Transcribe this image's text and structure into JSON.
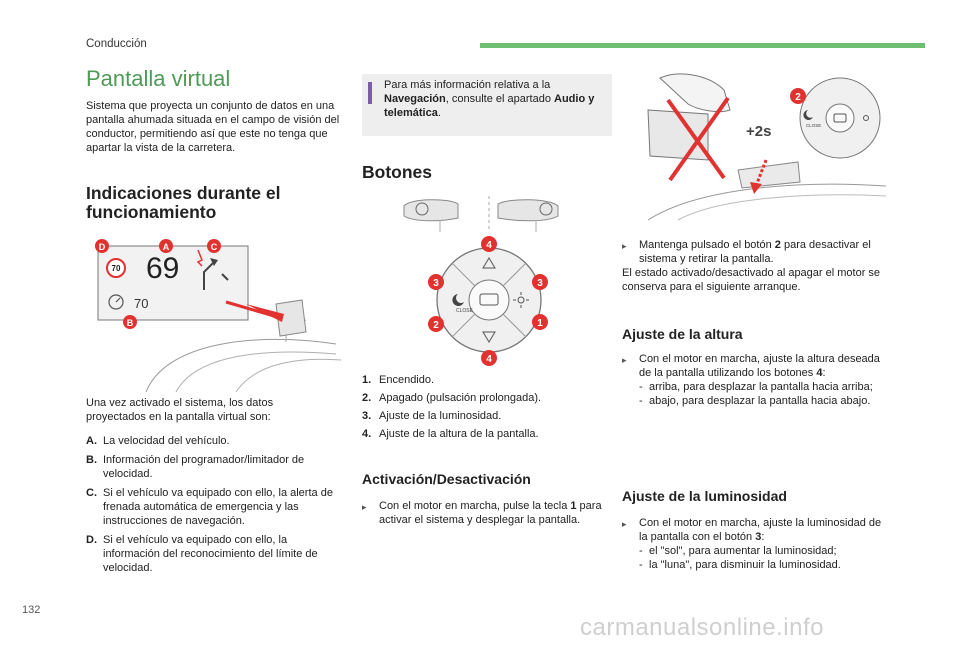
{
  "header": {
    "section": "Conducción",
    "title": "Pantalla virtual",
    "accent_color": "#6fbf73"
  },
  "intro": "Sistema que proyecta un conjunto de datos en una pantalla ahumada situada en el campo de visión del conductor, permitiendo así que este no tenga que apartar la vista de la carretera.",
  "indicaciones": {
    "heading_line1": "Indicaciones durante el",
    "heading_line2": "funcionamiento",
    "display": {
      "speed": "69",
      "limit_sign": "70",
      "cruise_value": "70"
    },
    "markers": [
      "D",
      "A",
      "C",
      "B"
    ],
    "after_text": "Una vez activado el sistema, los datos proyectados en la pantalla virtual son:",
    "items": [
      {
        "key": "A.",
        "text": "La velocidad del vehículo."
      },
      {
        "key": "B.",
        "text": "Información del programador/limitador de velocidad."
      },
      {
        "key": "C.",
        "text": "Si el vehículo va equipado con ello, la alerta de frenada automática de emergencia y las instrucciones de navegación."
      },
      {
        "key": "D.",
        "text": "Si el vehículo va equipado con ello, la información del reconocimiento del límite de velocidad."
      }
    ]
  },
  "info": {
    "pre": "Para más información relativa a la ",
    "b1": "Navegación",
    "mid": ", consulte el apartado ",
    "b2": "Audio y telemática",
    "post": "."
  },
  "botones": {
    "heading": "Botones",
    "pad_labels": [
      "4",
      "3",
      "3",
      "2",
      "1",
      "4"
    ],
    "close_label": "CLOSE",
    "items": [
      {
        "key": "1.",
        "text": "Encendido."
      },
      {
        "key": "2.",
        "text": "Apagado (pulsación prolongada)."
      },
      {
        "key": "3.",
        "text": "Ajuste de la luminosidad."
      },
      {
        "key": "4.",
        "text": "Ajuste de la altura de la pantalla."
      }
    ]
  },
  "activacion": {
    "heading": "Activación/Desactivación",
    "bullet_pre": "Con el motor en marcha, pulse la tecla ",
    "bullet_key": "1",
    "bullet_post": " para activar el sistema y desplegar la pantalla."
  },
  "right_illustration": {
    "hold_label": "+2s",
    "button_label": "2",
    "close_label": "CLOSE"
  },
  "mantenga": {
    "bullet_pre": "Mantenga pulsado el botón ",
    "bullet_key": "2",
    "bullet_post": " para desactivar el sistema y retirar la pantalla.",
    "note": "El estado activado/desactivado al apagar el motor se conserva para el siguiente arranque."
  },
  "altura": {
    "heading": "Ajuste de la altura",
    "bullet_pre": "Con el motor en marcha, ajuste la altura deseada de la pantalla utilizando los botones ",
    "bullet_key": "4",
    "bullet_post": ":",
    "dashes": [
      "arriba, para desplazar la pantalla hacia arriba;",
      "abajo, para desplazar la pantalla hacia abajo."
    ]
  },
  "luminosidad": {
    "heading": "Ajuste de la luminosidad",
    "bullet_pre": "Con el motor en marcha, ajuste la luminosidad de la pantalla con el botón ",
    "bullet_key": "3",
    "bullet_post": ":",
    "dashes": [
      "el \"sol\", para aumentar la luminosidad;",
      "la \"luna\", para disminuir la luminosidad."
    ]
  },
  "footer": {
    "page_number": "132",
    "watermark": "carmanualsonline.info"
  },
  "colors": {
    "badge_red": "#e2322f",
    "heading_green": "#4f9a56",
    "info_purple": "#7b5ea7"
  }
}
